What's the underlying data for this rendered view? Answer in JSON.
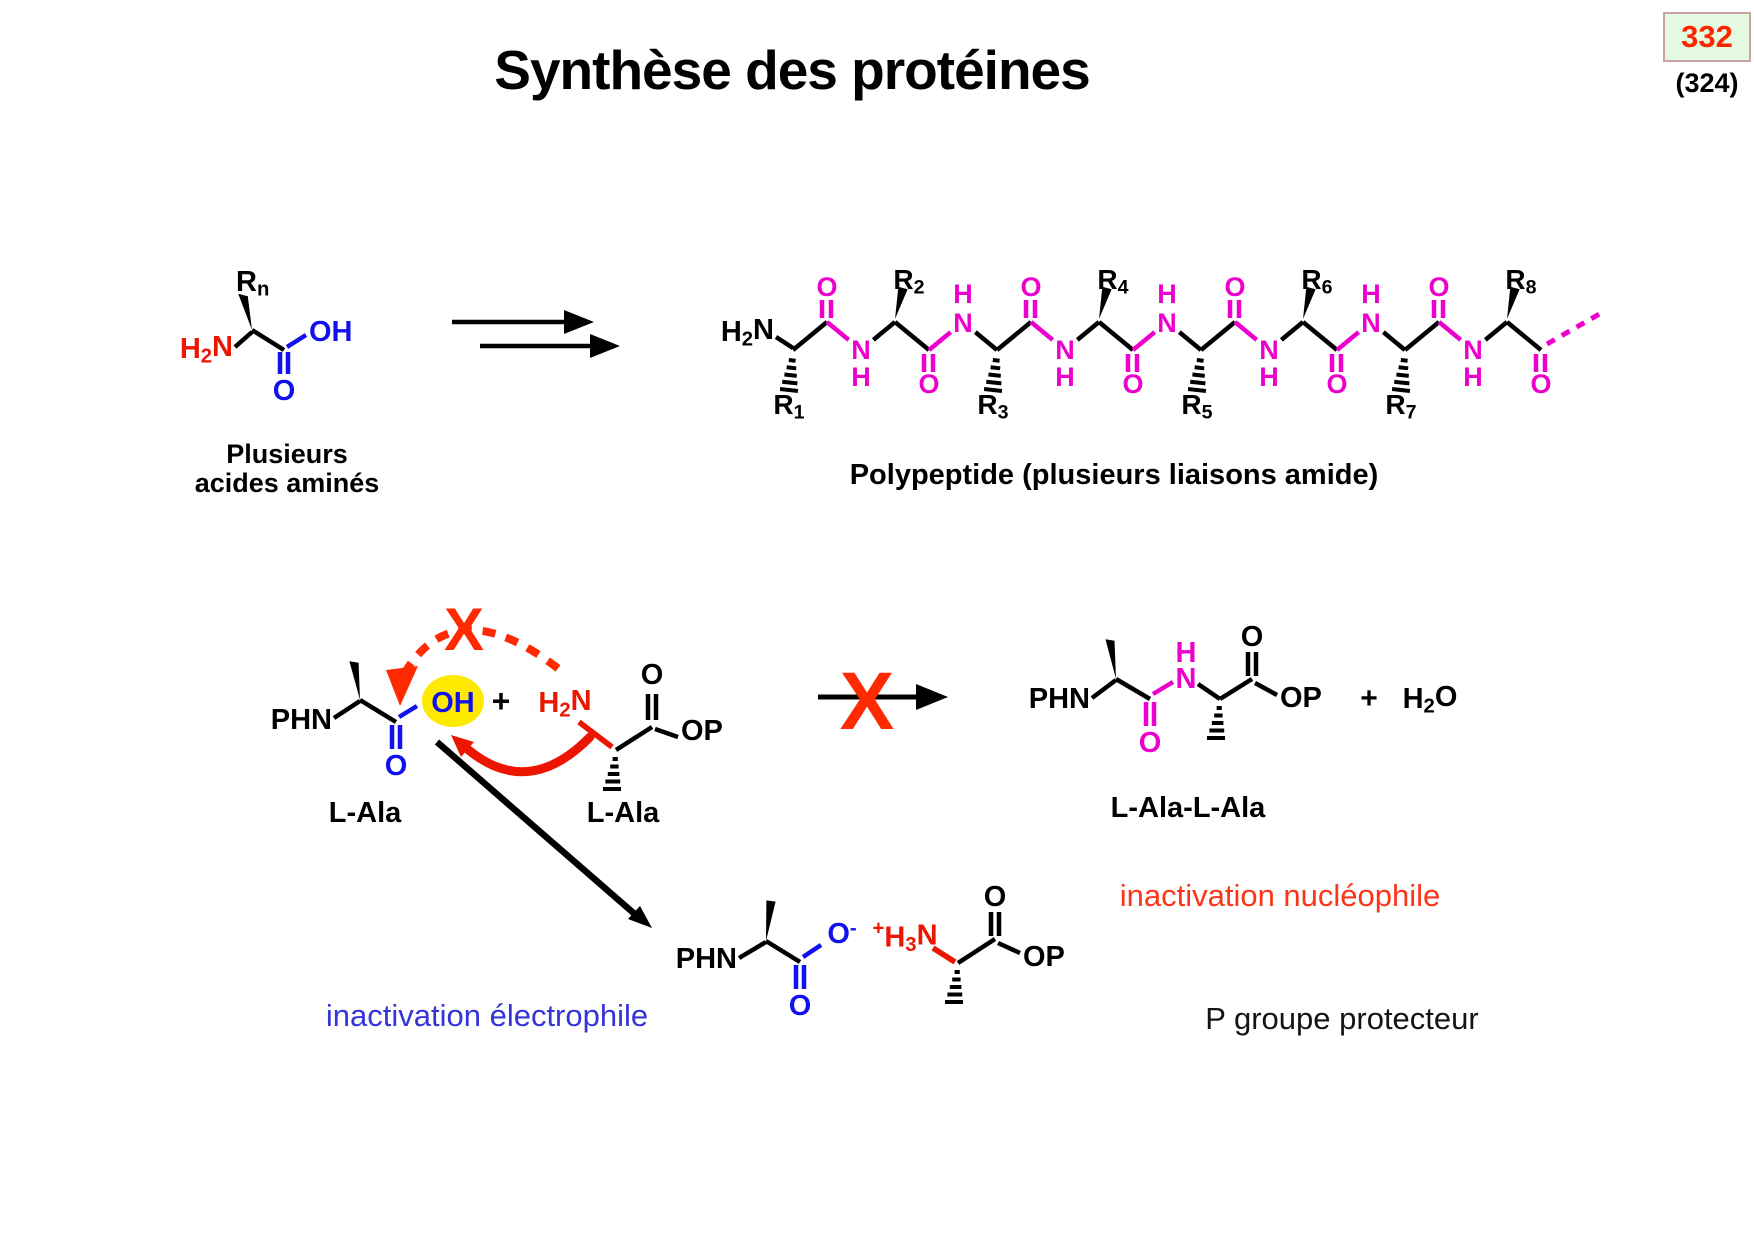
{
  "header": {
    "title": "Synthèse des protéines",
    "page_badge": "332",
    "page_sub": "(324)"
  },
  "colors": {
    "magenta": "#ee00cc",
    "blue": "#1111ee",
    "red": "#ec1500",
    "warn_red": "#ff2a00",
    "label_blue": "#3434d9",
    "label_red": "#fc3518",
    "highlight_yellow": "#ffe900",
    "black": "#000000"
  },
  "scheme1": {
    "amino_acid": {
      "r": "R_n",
      "amine": "H_2N",
      "oh": "OH",
      "o": "O",
      "caption_line1": "Plusieurs",
      "caption_line2": "acides aminés"
    },
    "polypeptide": {
      "amine": "H_2N",
      "o": "O",
      "n": "N",
      "h": "H",
      "residues": [
        {
          "label": "R_1",
          "stereo": "hash"
        },
        {
          "label": "R_2",
          "stereo": "wedge"
        },
        {
          "label": "R_3",
          "stereo": "hash"
        },
        {
          "label": "R_4",
          "stereo": "wedge"
        },
        {
          "label": "R_5",
          "stereo": "hash"
        },
        {
          "label": "R_6",
          "stereo": "wedge"
        },
        {
          "label": "R_7",
          "stereo": "hash"
        },
        {
          "label": "R_8",
          "stereo": "wedge"
        }
      ],
      "caption": "Polypeptide (plusieurs liaisons amide)"
    }
  },
  "scheme2": {
    "ala1": {
      "phn": "PHN",
      "oh": "OH",
      "o": "O",
      "label": "L-Ala"
    },
    "plus": "+",
    "ala2": {
      "amine": "H_2N",
      "o": "O",
      "op": "OP",
      "label": "L-Ala"
    },
    "x_mark": "X",
    "product": {
      "phn": "PHN",
      "o_amide": "O",
      "n": "N",
      "h": "H",
      "o_ester": "O",
      "op": "OP",
      "plus": "+",
      "water": "H_2O",
      "label": "L-Ala-L-Ala"
    },
    "zwitterion": {
      "phn": "PHN",
      "o": "O",
      "carboxylate": "O^-",
      "ammonium": "^+H_3N",
      "o_ester": "O",
      "op": "OP"
    },
    "labels": {
      "electrophile": "inactivation électrophile",
      "nucleophile": "inactivation nucléophile",
      "protector": "P groupe protecteur"
    }
  }
}
